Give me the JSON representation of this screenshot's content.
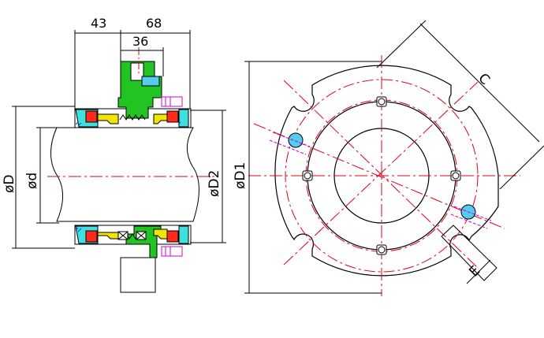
{
  "dimensions": {
    "d43": "43",
    "d68": "68",
    "d36": "36",
    "phiD": "øD",
    "phid": "ød",
    "phiD2": "øD2",
    "phiD1": "øD1",
    "C": "C",
    "E": "E"
  },
  "colors": {
    "outline": "#000000",
    "centerline": "#e0001a",
    "gland_green": "#22c422",
    "seal_ring_cyan": "#3fe0e0",
    "spring_yellow": "#f2e600",
    "face_red": "#ff2a1a",
    "bolt_magenta": "#d000d0",
    "hatch_blue": "#1a3fd0",
    "port_cyan": "#55ccee"
  }
}
